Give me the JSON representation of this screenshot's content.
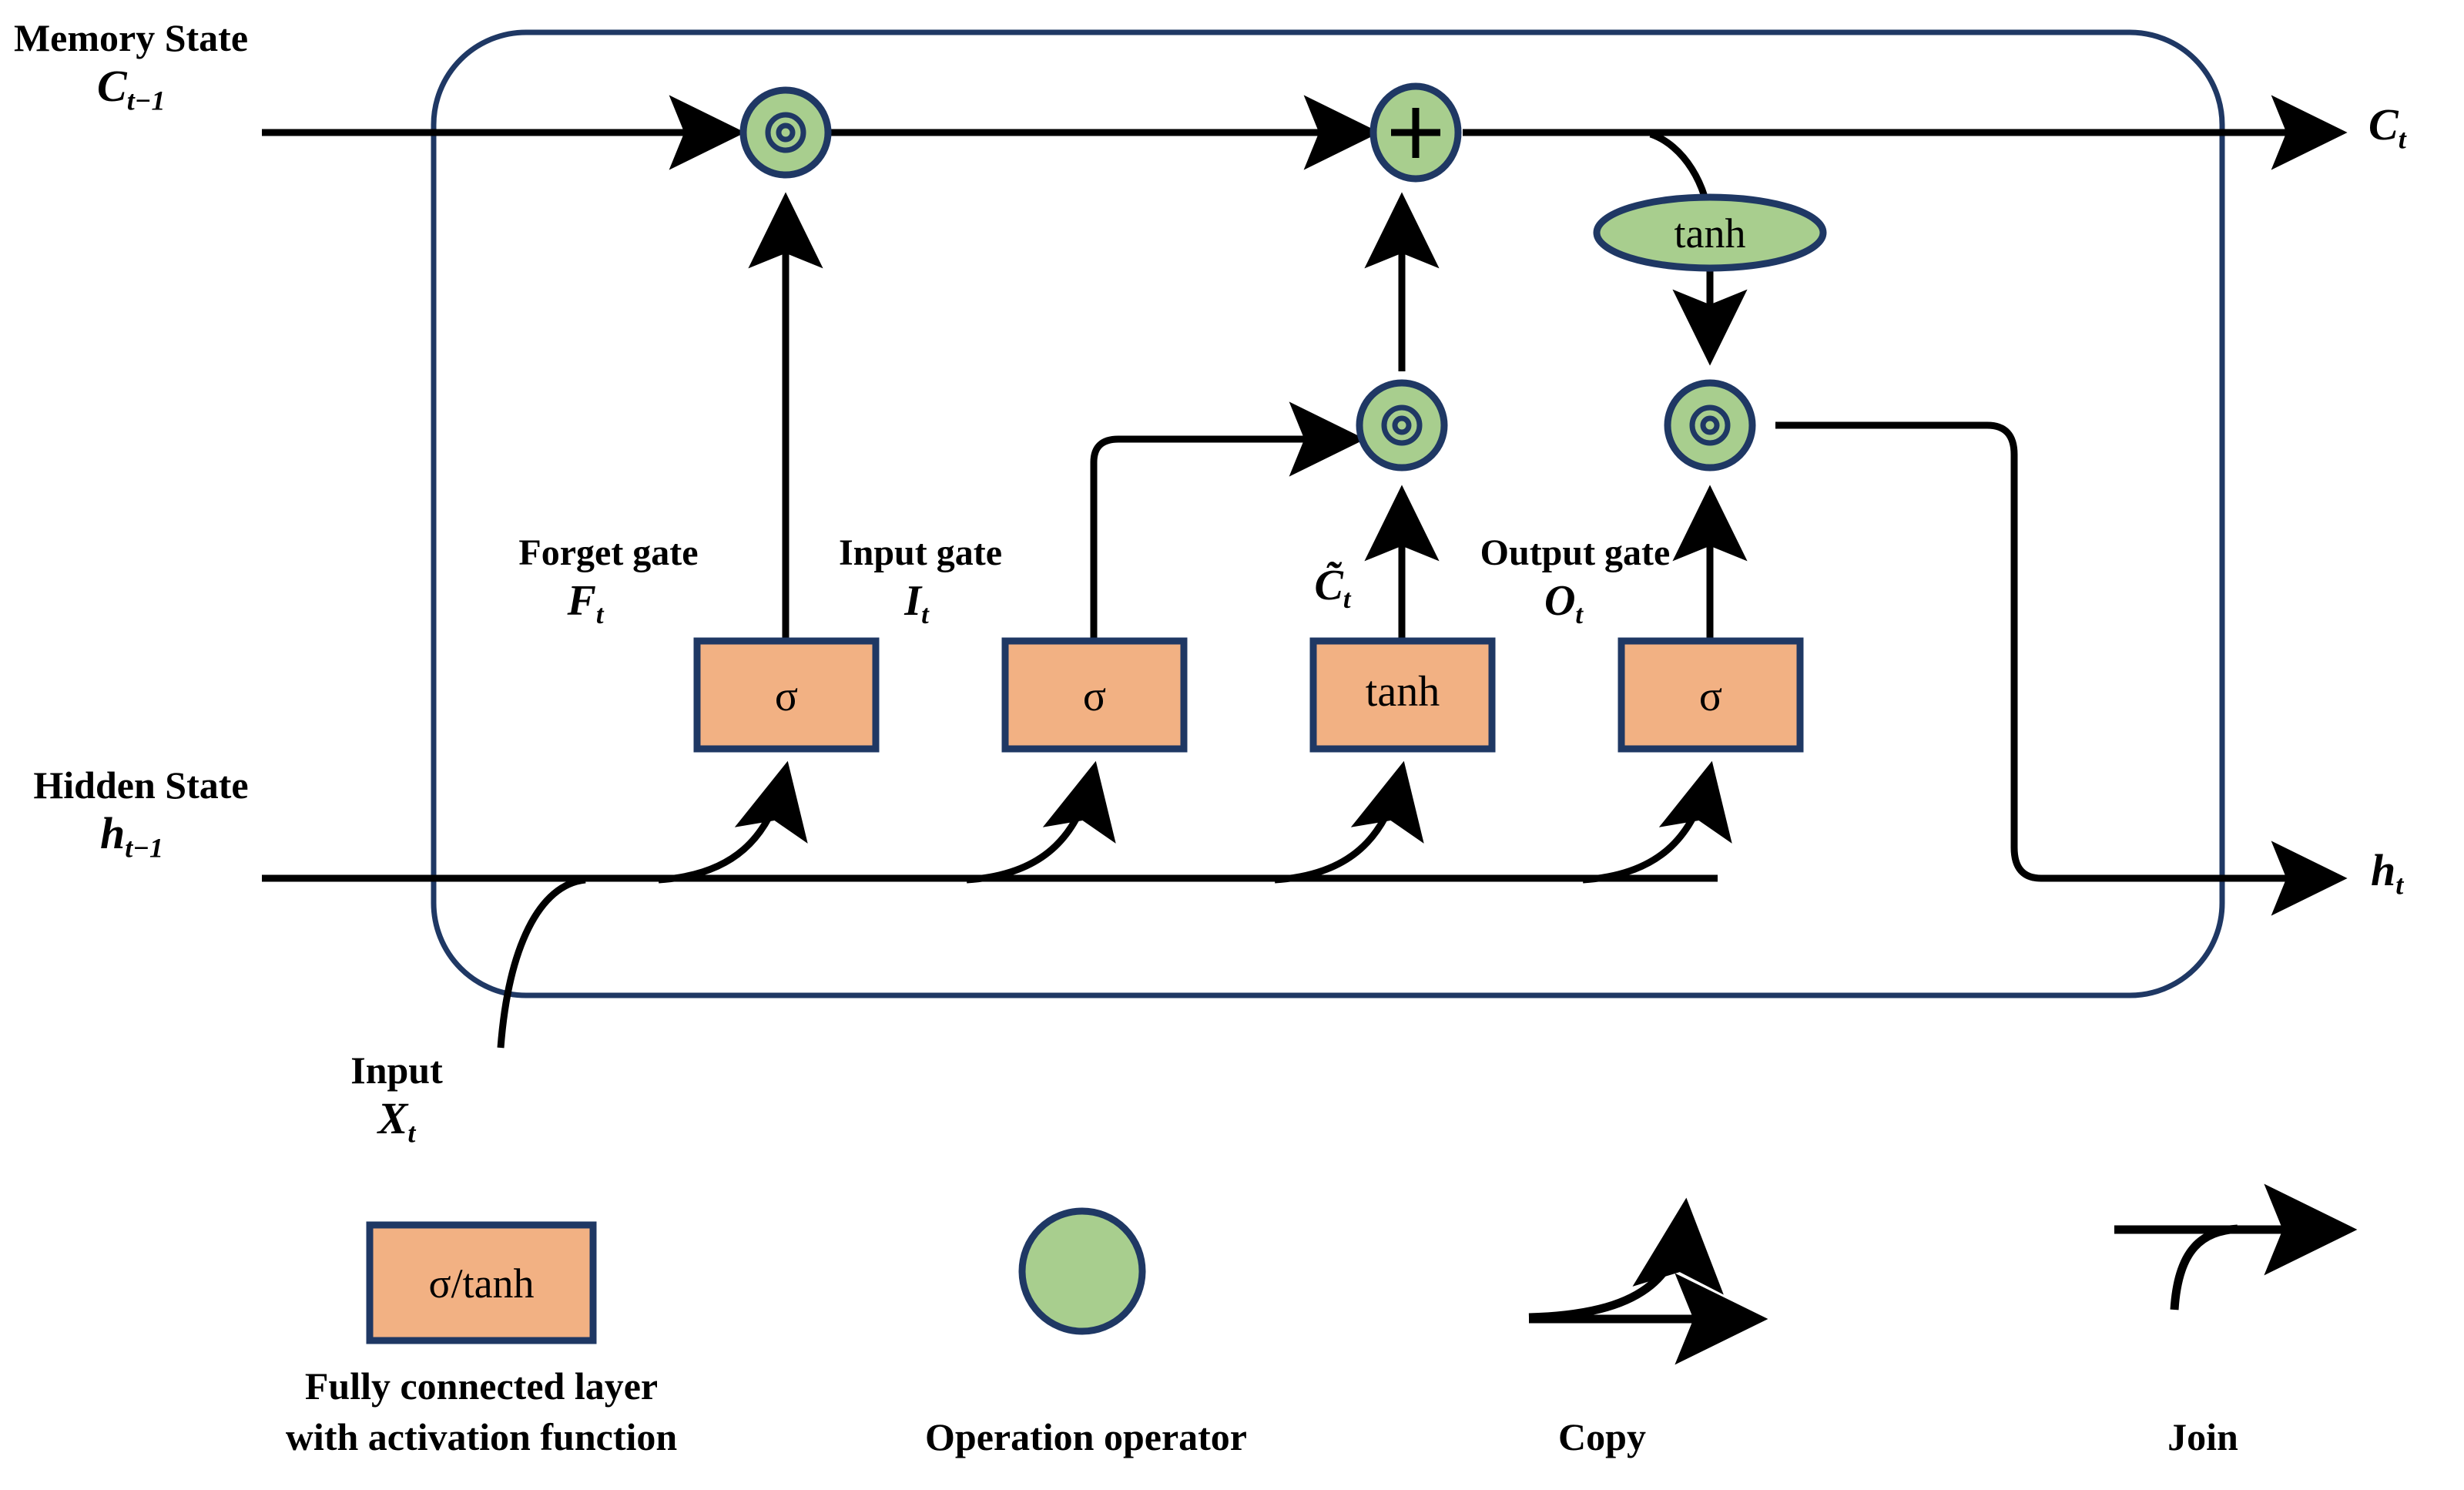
{
  "title": "LSTM cell structure diagram",
  "colors": {
    "operator_fill": "#A8CE8E",
    "operator_stroke": "#1F3864",
    "layer_fill": "#F2B183",
    "layer_stroke": "#1F3864",
    "cell_border": "#1F3864",
    "wire": "#000000",
    "text": "#000000"
  },
  "inputs": {
    "memory_state_label": "Memory State",
    "memory_state_symbol": "C",
    "memory_state_sub": "t−1",
    "hidden_state_label": "Hidden State",
    "hidden_state_symbol": "h",
    "hidden_state_sub": "t−1",
    "input_label": "Input",
    "input_symbol": "X",
    "input_sub": "t"
  },
  "outputs": {
    "memory_out_symbol": "C",
    "memory_out_sub": "t",
    "hidden_out_symbol": "h",
    "hidden_out_sub": "t"
  },
  "gates": [
    {
      "id": "forget",
      "name": "Forget gate",
      "symbol": "F",
      "symbol_sub": "t",
      "activation": "σ"
    },
    {
      "id": "input",
      "name": "Input gate",
      "symbol": "I",
      "symbol_sub": "t",
      "activation": "σ"
    },
    {
      "id": "candidate",
      "name": "",
      "symbol": "C̃",
      "symbol_sub": "t",
      "activation": "tanh"
    },
    {
      "id": "output",
      "name": "Output gate",
      "symbol": "O",
      "symbol_sub": "t",
      "activation": "σ"
    }
  ],
  "operators": [
    {
      "id": "forget-multiply",
      "glyph": "⊙",
      "kind": "hadamard-product"
    },
    {
      "id": "cell-add",
      "glyph": "+",
      "kind": "addition"
    },
    {
      "id": "input-multiply",
      "glyph": "⊙",
      "kind": "hadamard-product"
    },
    {
      "id": "output-multiply",
      "glyph": "⊙",
      "kind": "hadamard-product"
    }
  ],
  "cell_tanh": {
    "label": "tanh"
  },
  "legend": [
    {
      "id": "fully-connected-layer",
      "shape": "rectangle",
      "shape_label": "σ/tanh",
      "caption_line1": "Fully connected layer",
      "caption_line2": "with activation function"
    },
    {
      "id": "operation-operator",
      "shape": "ellipse",
      "shape_label": "",
      "caption_line1": "Operation operator",
      "caption_line2": ""
    },
    {
      "id": "copy",
      "shape": "copy-arrow",
      "shape_label": "",
      "caption_line1": "Copy",
      "caption_line2": ""
    },
    {
      "id": "join",
      "shape": "join-arrow",
      "shape_label": "",
      "caption_line1": "Join",
      "caption_line2": ""
    }
  ]
}
